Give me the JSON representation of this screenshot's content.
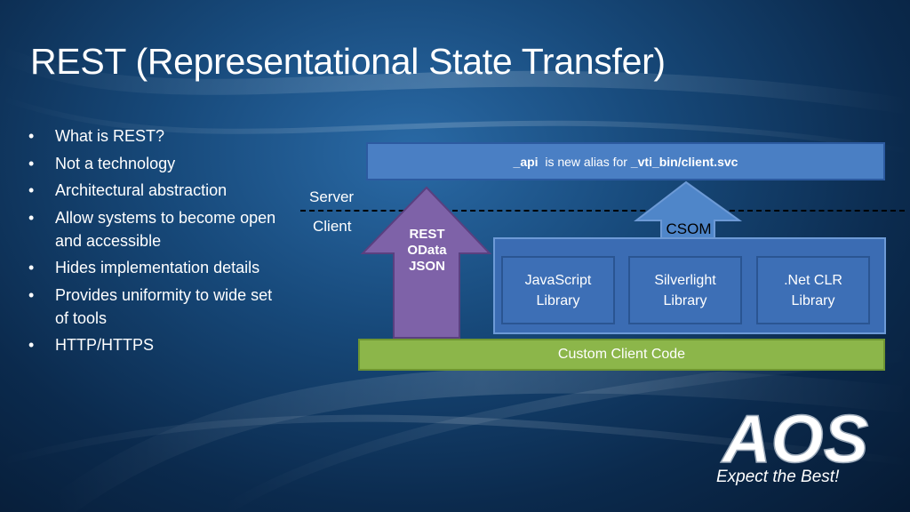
{
  "slide": {
    "title": "REST (Representational State Transfer)",
    "bullets": [
      "What is REST?",
      "Not a technology",
      "Architectural abstraction",
      "Allow systems to become open and accessible",
      "Hides implementation details",
      "Provides uniformity to wide set of tools",
      "HTTP/HTTPS"
    ]
  },
  "diagram": {
    "api_bar": {
      "api": "_api",
      "middle": "is new alias for",
      "path": "_vti_bin/client.svc"
    },
    "server_label": "Server",
    "client_label": "Client",
    "rest_arrow": {
      "lines": [
        "REST",
        "OData",
        "JSON"
      ]
    },
    "csom_arrow": {
      "label": "CSOM"
    },
    "libraries": [
      {
        "line1": "JavaScript",
        "line2": "Library"
      },
      {
        "line1": "Silverlight",
        "line2": "Library"
      },
      {
        "line1": ".Net CLR",
        "line2": "Library"
      }
    ],
    "custom_code": "Custom Client Code"
  },
  "logo": {
    "name": "AOS",
    "tagline": "Expect the Best!"
  },
  "colors": {
    "api_bar": "#4a7fc4",
    "rest_arrow": "#7e62a8",
    "csom_arrow": "#4f86c9",
    "library_container": "#3b6cb3",
    "custom_code": "#8cb64a",
    "background": "#0b2a4d"
  }
}
